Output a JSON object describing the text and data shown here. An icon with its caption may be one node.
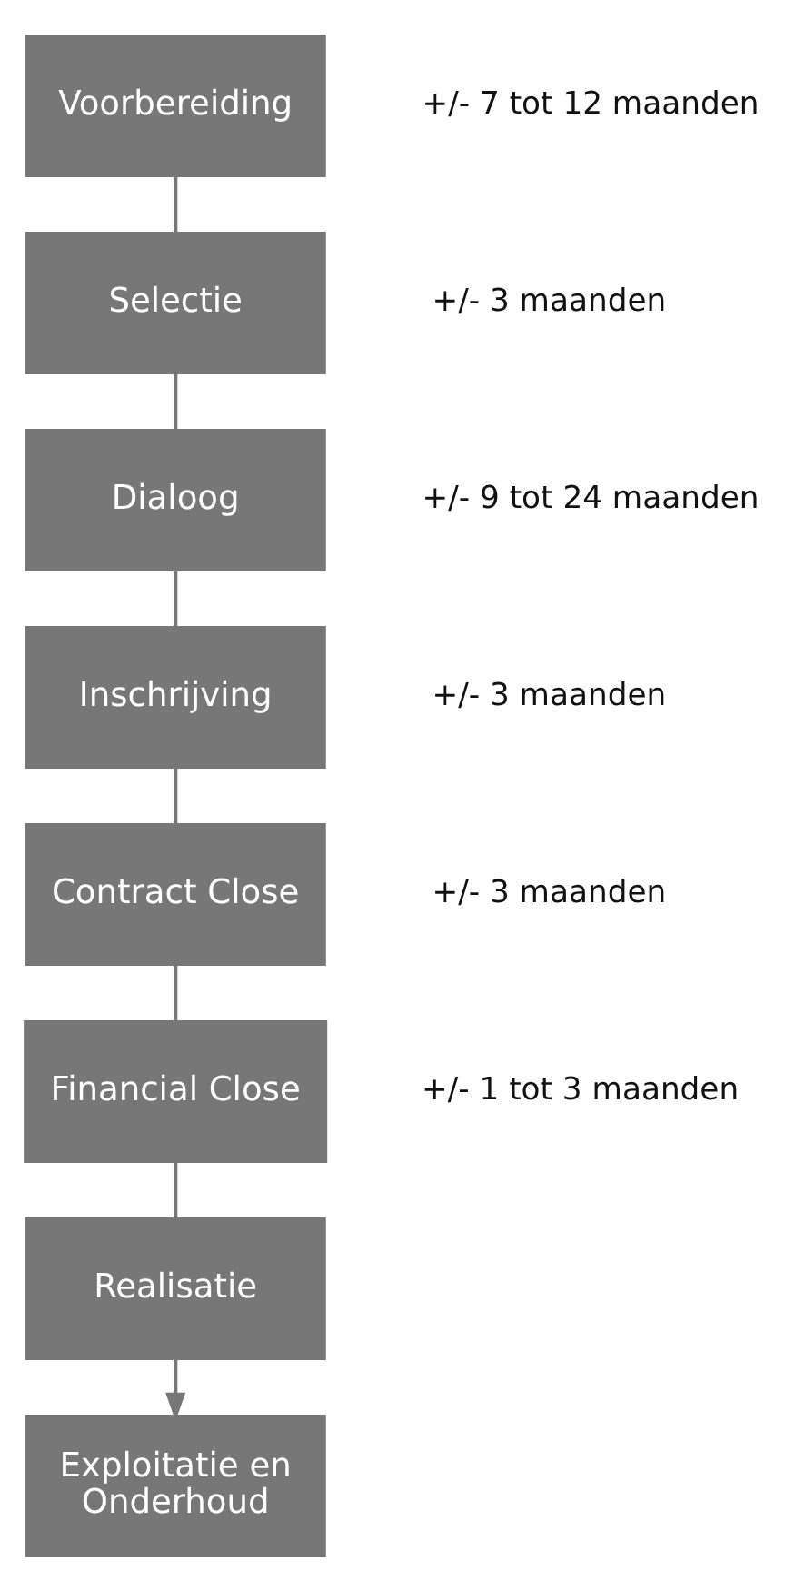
{
  "diagram": {
    "nodes": [
      {
        "text": [
          "Voorbereiding"
        ],
        "beside": [
          "+/- 7 tot 12 maanden"
        ]
      },
      {
        "text": [
          "Selectie"
        ],
        "beside": [
          "+/- 3 maanden"
        ]
      },
      {
        "text": [
          "Dialoog"
        ],
        "beside": [
          "+/- 9 tot 24 maanden"
        ]
      },
      {
        "text": [
          "Inschrijving"
        ],
        "beside": [
          "+/- 3 maanden"
        ]
      },
      {
        "text": [
          "Contract Close"
        ],
        "beside": [
          "+/- 3 maanden"
        ]
      },
      {
        "text": [
          "Financial Close"
        ],
        "beside": [
          "+/- 1 tot 3 maanden"
        ]
      },
      {
        "text": [
          "Realisatie"
        ]
      },
      {
        "text": [
          "Exploitatie en Onderhoud"
        ]
      }
    ],
    "edges": [
      {
        "from": 0,
        "to": 1,
        "arrow": "none"
      },
      {
        "from": 1,
        "to": 2,
        "arrow": "none"
      },
      {
        "from": 2,
        "to": 3,
        "arrow": "none"
      },
      {
        "from": 3,
        "to": 4,
        "arrow": "none"
      },
      {
        "from": 4,
        "to": 5,
        "arrow": "none"
      },
      {
        "from": 5,
        "to": 6,
        "arrow": "none"
      },
      {
        "from": 6,
        "to": 7,
        "arrow": "to"
      }
    ]
  }
}
